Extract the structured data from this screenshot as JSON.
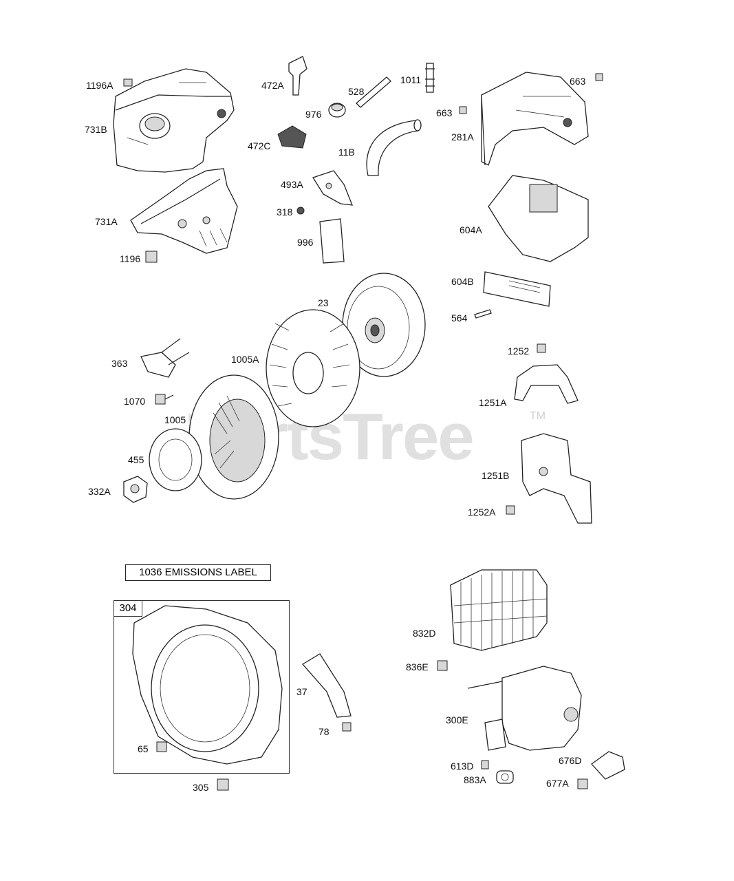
{
  "watermark": {
    "text": "PartsTree",
    "trademark": "TM"
  },
  "emissions_label": "1036 EMISSIONS LABEL",
  "reference_box_tag": "304",
  "labels": {
    "l1196A": "1196A",
    "l731B": "731B",
    "l731A": "731A",
    "l1196": "1196",
    "l472A": "472A",
    "l472C": "472C",
    "l528": "528",
    "l976": "976",
    "l1011": "1011",
    "l11B": "11B",
    "l493A": "493A",
    "l318": "318",
    "l996": "996",
    "l663a": "663",
    "l663b": "663",
    "l281A": "281A",
    "l604A": "604A",
    "l604B": "604B",
    "l564": "564",
    "l23": "23",
    "l363": "363",
    "l1005A": "1005A",
    "l1070": "1070",
    "l1005": "1005",
    "l455": "455",
    "l332A": "332A",
    "l1252": "1252",
    "l1251A": "1251A",
    "l1251B": "1251B",
    "l1252A": "1252A",
    "l832D": "832D",
    "l836E": "836E",
    "l300E": "300E",
    "l613D": "613D",
    "l883A": "883A",
    "l676D": "676D",
    "l677A": "677A",
    "l37": "37",
    "l78": "78",
    "l65": "65",
    "l305": "305"
  }
}
